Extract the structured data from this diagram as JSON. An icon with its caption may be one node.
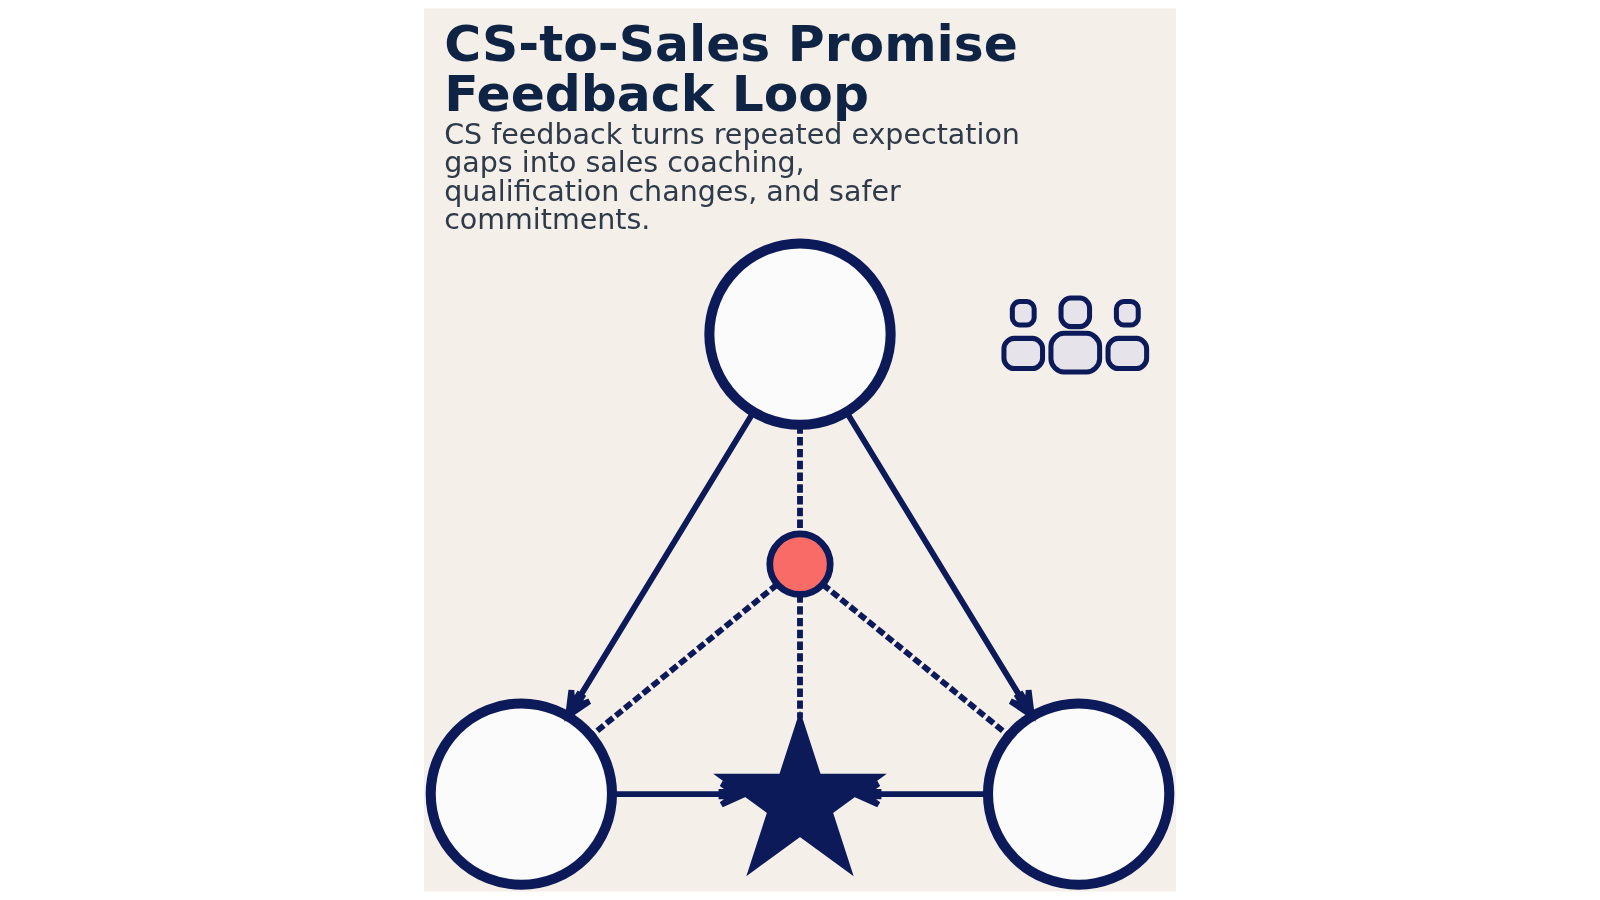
{
  "diagram": {
    "title": "CS-to-Sales Promise Feedback Loop",
    "caption": "CS feedback turns repeated expectation gaps into sales coaching, qualification changes, and safer commitments.",
    "nodes": [
      {
        "text": [],
        "shape": "person"
      },
      {
        "text": [],
        "shape": "people"
      },
      {
        "text": [],
        "shape": "circle"
      },
      {
        "text": [],
        "shape": "person"
      },
      {
        "text": [],
        "shape": "star"
      },
      {
        "text": [],
        "shape": "person"
      }
    ],
    "edges": [
      {
        "from": 0,
        "to": 3,
        "arrow": "to"
      },
      {
        "from": 0,
        "to": 5,
        "arrow": "to"
      },
      {
        "from": 0,
        "to": 2,
        "arrow": "none",
        "style": "dashed"
      },
      {
        "from": 2,
        "to": 3,
        "arrow": "none",
        "style": "dashed"
      },
      {
        "from": 2,
        "to": 4,
        "arrow": "none",
        "style": "dashed"
      },
      {
        "from": 2,
        "to": 5,
        "arrow": "none",
        "style": "dashed"
      },
      {
        "from": 3,
        "to": 4,
        "arrow": "to"
      },
      {
        "from": 5,
        "to": 4,
        "arrow": "to"
      }
    ]
  }
}
